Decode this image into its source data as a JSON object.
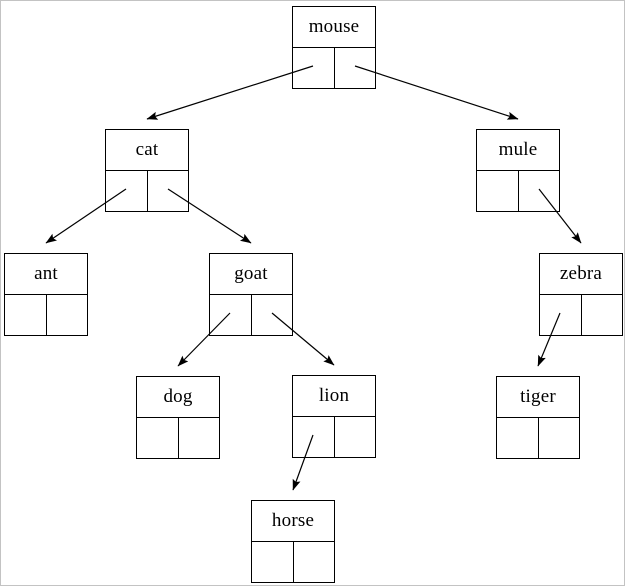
{
  "diagram": {
    "type": "binary-tree",
    "nodes": [
      {
        "id": "mouse",
        "label": "mouse"
      },
      {
        "id": "cat",
        "label": "cat"
      },
      {
        "id": "mule",
        "label": "mule"
      },
      {
        "id": "ant",
        "label": "ant"
      },
      {
        "id": "goat",
        "label": "goat"
      },
      {
        "id": "zebra",
        "label": "zebra"
      },
      {
        "id": "dog",
        "label": "dog"
      },
      {
        "id": "lion",
        "label": "lion"
      },
      {
        "id": "tiger",
        "label": "tiger"
      },
      {
        "id": "horse",
        "label": "horse"
      }
    ],
    "edges": [
      {
        "from": "mouse",
        "pointer": "left",
        "to": "cat"
      },
      {
        "from": "mouse",
        "pointer": "right",
        "to": "mule"
      },
      {
        "from": "cat",
        "pointer": "left",
        "to": "ant"
      },
      {
        "from": "cat",
        "pointer": "right",
        "to": "goat"
      },
      {
        "from": "mule",
        "pointer": "right",
        "to": "zebra"
      },
      {
        "from": "goat",
        "pointer": "left",
        "to": "dog"
      },
      {
        "from": "goat",
        "pointer": "right",
        "to": "lion"
      },
      {
        "from": "zebra",
        "pointer": "left",
        "to": "tiger"
      },
      {
        "from": "lion",
        "pointer": "left",
        "to": "horse"
      }
    ],
    "colors": {
      "line": "#000000",
      "background": "#ffffff",
      "page_border": "#c3c3c3"
    }
  }
}
